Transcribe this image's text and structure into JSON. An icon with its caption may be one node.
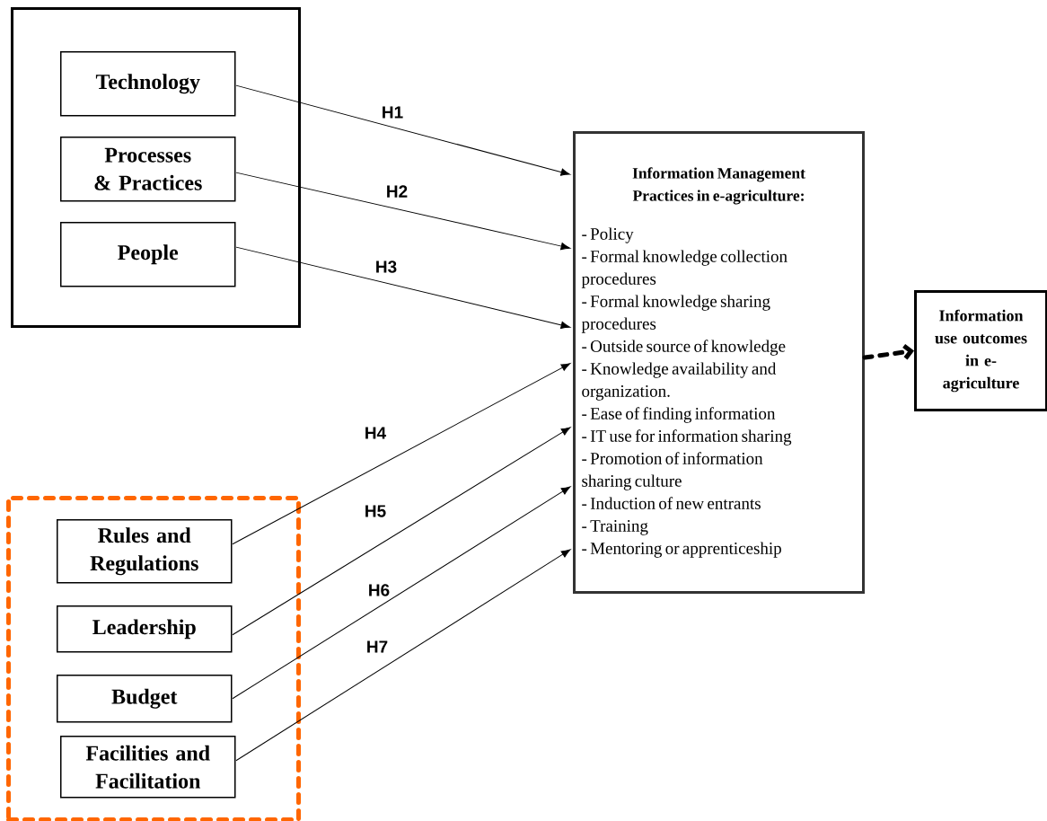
{
  "diagram": {
    "nodes": [
      {
        "text": [],
        "shape": "box"
      },
      {
        "text": [
          "Technology"
        ],
        "in": 0
      },
      {
        "text": [
          "Processes & Practices"
        ],
        "in": 0
      },
      {
        "text": [
          "People"
        ],
        "in": 0
      },
      {
        "text": [
          "Information Management Practices in e-agriculture:",
          "- Policy",
          "- Formal knowledge collection procedures",
          "- Formal knowledge sharing procedures",
          "- Outside source of knowledge",
          "- Knowledge availability and organization.",
          "- Ease of finding information",
          "- IT use for information sharing",
          "- Promotion of information sharing culture",
          "- Induction of new entrants",
          "- Training",
          "- Mentoring or apprenticeship"
        ]
      },
      {
        "text": [
          "Information use outcomes in e-agriculture"
        ]
      },
      {
        "text": [],
        "shape": "box"
      },
      {
        "text": [
          "Rules and Regulations"
        ],
        "in": 6
      },
      {
        "text": [
          "Leadership"
        ],
        "in": 6
      },
      {
        "text": [
          "Budget"
        ],
        "in": 6
      },
      {
        "text": [
          "Facilities and Facilitation"
        ],
        "in": 6
      }
    ],
    "edges": [
      {
        "from": 1,
        "to": 4,
        "arrow": "to",
        "label": "H1"
      },
      {
        "from": 2,
        "to": 4,
        "arrow": "to",
        "label": "H2"
      },
      {
        "from": 3,
        "to": 4,
        "arrow": "to",
        "label": "H3"
      },
      {
        "from": 7,
        "to": 4,
        "arrow": "to",
        "label": "H4"
      },
      {
        "from": 8,
        "to": 4,
        "arrow": "to",
        "label": "H5"
      },
      {
        "from": 9,
        "to": 4,
        "arrow": "to",
        "label": "H6"
      },
      {
        "from": 10,
        "to": 4,
        "arrow": "to",
        "label": "H7"
      },
      {
        "from": 4,
        "to": 5,
        "arrow": "to",
        "style": "dashed"
      }
    ]
  }
}
